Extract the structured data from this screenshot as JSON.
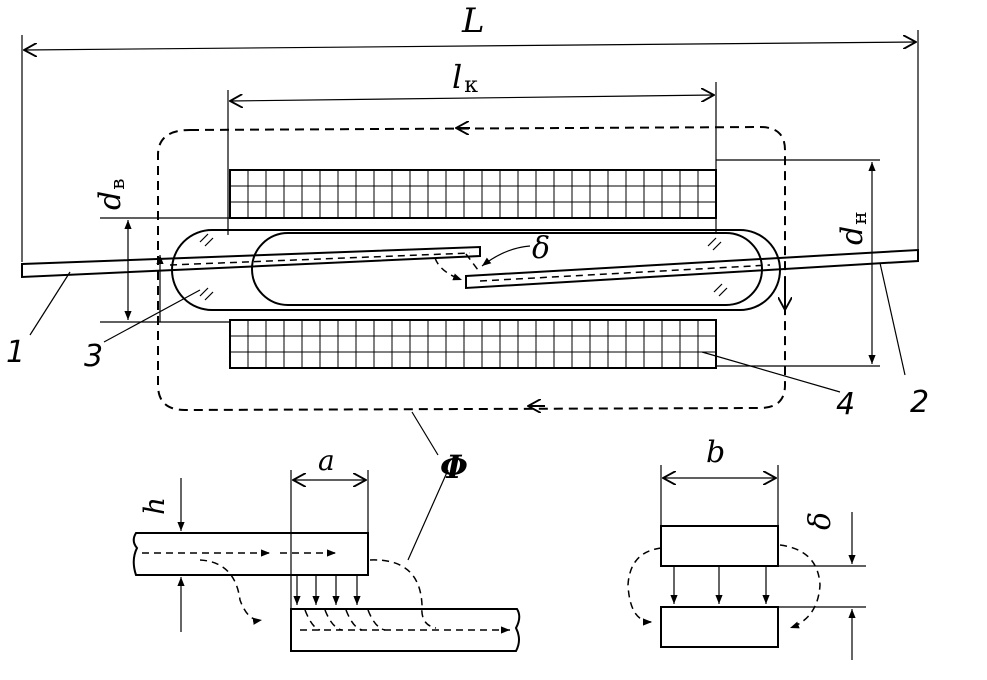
{
  "labels": {
    "L": "L",
    "lk": "l",
    "lk_sub": "к",
    "dv": "d",
    "dv_sub": "в",
    "dn": "d",
    "dn_sub": "н",
    "delta_main": "δ",
    "phi": "Φ",
    "a": "a",
    "h": "h",
    "b": "b",
    "delta_detail": "δ"
  },
  "callouts": [
    "1",
    "2",
    "3",
    "4"
  ]
}
